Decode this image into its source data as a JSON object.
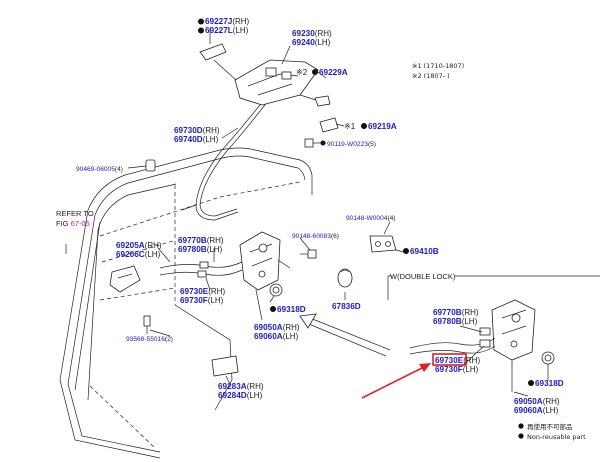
{
  "labels": {
    "l69227J": {
      "pn": "69227J",
      "sfx": "(RH)"
    },
    "l69227L": {
      "pn": "69227L",
      "sfx": "(LH)"
    },
    "l69230": {
      "pn": "69230",
      "sfx": "(RH)"
    },
    "l69240": {
      "pn": "69240",
      "sfx": "(LH)"
    },
    "l69229A": {
      "prefix": "※2",
      "pn": "69229A"
    },
    "l69219A": {
      "prefix": "※1",
      "pn": "69219A"
    },
    "l69730D": {
      "pn": "69730D",
      "sfx": "(RH)"
    },
    "l69740D": {
      "pn": "69740D",
      "sfx": "(LH)"
    },
    "l90119": {
      "pn": "90119-W0223",
      "sfx": "(5)"
    },
    "l90469": {
      "pn": "90469-06005",
      "sfx": "(4)"
    },
    "l90148": {
      "pn": "90148-W0004",
      "sfx": "(4)"
    },
    "l69410B": {
      "pn": "69410B"
    },
    "l90148b": {
      "pn": "90148-60083",
      "sfx": "(6)"
    },
    "l69205A": {
      "pn": "69205A",
      "sfx": "(RH)"
    },
    "l69206C": {
      "pn": "69206C",
      "sfx": "(LH)"
    },
    "l69770B": {
      "pn": "69770B",
      "sfx": "(RH)"
    },
    "l69780B": {
      "pn": "69780B",
      "sfx": "(LH)"
    },
    "l69730E": {
      "pn": "69730E",
      "sfx": "(RH)"
    },
    "l69730F": {
      "pn": "69730F",
      "sfx": "(LH)"
    },
    "l69318D": {
      "pn": "69318D"
    },
    "l67836D": {
      "pn": "67836D"
    },
    "l69050A": {
      "pn": "69050A",
      "sfx": "(RH)"
    },
    "l69060A": {
      "pn": "69060A",
      "sfx": "(LH)"
    },
    "l93568": {
      "pn": "93568-55016",
      "sfx": "(2)"
    },
    "l69283A": {
      "pn": "69283A",
      "sfx": "(RH)"
    },
    "l69284D": {
      "pn": "69284D",
      "sfx": "(LH)"
    },
    "r69770B": {
      "pn": "69770B",
      "sfx": "(RH)"
    },
    "r69780B": {
      "pn": "69780B",
      "sfx": "(LH)"
    },
    "r69730E": {
      "pn": "69730E",
      "sfx": "(RH)"
    },
    "r69730F": {
      "pn": "69730F",
      "sfx": "(LH)"
    },
    "r69318D": {
      "pn": "69318D"
    },
    "r69050A": {
      "pn": "69050A",
      "sfx": "(RH)"
    },
    "r69060A": {
      "pn": "69060A",
      "sfx": "(LH)"
    }
  },
  "notes": {
    "date1": "※1 (1710-1807)",
    "date2": "※2 (1807-        )",
    "refer_to": "REFER TO",
    "fig_prefix": "FIG",
    "fig_link": "67-05",
    "double_lock": "W(DOUBLE LOCK)"
  },
  "legend": {
    "jp": "再使用不可部品",
    "en": "Non-reusable part"
  },
  "colors": {
    "part_number": "#1a1acc",
    "highlight_box": "#e02020",
    "callout_arrow": "#e02020",
    "fig_link": "#b020b0"
  },
  "highlight": {
    "part": "69730E",
    "callout": "red-arrow"
  }
}
